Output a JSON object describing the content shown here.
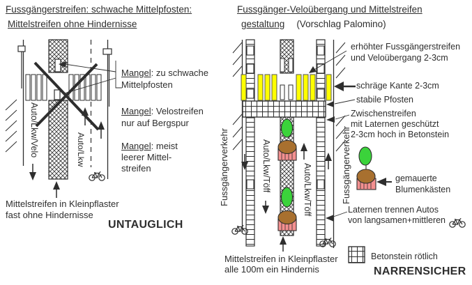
{
  "left_panel": {
    "title_line1": "Fussgängerstreifen: schwache Mittelpfosten:",
    "title_line2": "Mittelstreifen ohne Hindernisse",
    "lane_left": "Auto/Lkw/Velo",
    "lane_right": "Auto/Lkw",
    "defects": [
      {
        "term": "Mangel",
        "rest": ": zu schwache",
        "line2": "Mittelpfosten"
      },
      {
        "term": "Mangel",
        "rest": ": Velostreifen",
        "line2": "nur auf Bergspur"
      },
      {
        "term": "Mangel",
        "rest": ": meist",
        "line2": "leerer Mittel-",
        "line3": "streifen"
      }
    ],
    "caption_line1": "Mittelstreifen in Kleinpflaster",
    "caption_line2": "fast ohne Hindernisse",
    "verdict": "UNTAUGLICH"
  },
  "right_panel": {
    "title_line1": "Fussgänger-Veloübergang und Mittelstreifen",
    "title_line2_u": "gestaltung",
    "title_line2_rest": "(Vorschlag Palomino)",
    "sidewalk_left": "Fussgängerverkehr",
    "sidewalk_right": "Fussgängerverkehr",
    "lane_left": "Auto/Lkw/Töff",
    "lane_right": "Auto/Lkw/Töff",
    "caption_line1": "Mittelstreifen in Kleinpflaster",
    "caption_line2": "alle 100m ein Hindernis",
    "verdict": "NARRENSICHER",
    "annotations": {
      "raised_1": "erhöhter Fussgängerstreifen",
      "raised_2": "und Veloübergang 2-3cm",
      "edge": "schräge Kante 2-3cm",
      "posts": "stabile Pfosten",
      "strip_1": "Zwischenstreifen",
      "strip_2": "mit Laternen geschützt",
      "strip_3": "2-3cm hoch in Betonstein",
      "planter_1": "gemauerte",
      "planter_2": "Blumenkästen",
      "lantern_1": "Laternen trennen Autos",
      "lantern_2": "von langsamen+mittleren",
      "legend_concrete": "Betonstein rötlich"
    }
  },
  "colors": {
    "ink": "#2e2e2e",
    "stripe_yellow": "#ffff00",
    "tree_green": "#3bd33b",
    "planter_brown": "#a8702f",
    "planter_pink": "#f49090"
  },
  "icons": {
    "bicycle": "bicycle-icon",
    "concrete_grid": "grid-square-icon"
  }
}
